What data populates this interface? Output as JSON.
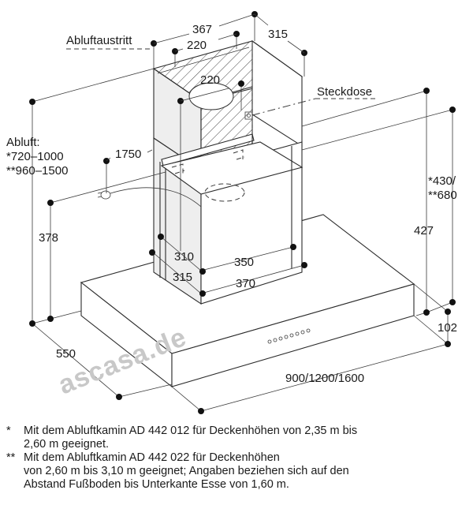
{
  "drawing": {
    "title": "Wandesse Einbauzeichnung",
    "labels": {
      "exhaust_outlet": "Abluftaustritt",
      "socket": "Steckdose",
      "exhaust_title": "Abluft:",
      "exhaust_range_1": "*720–1000",
      "exhaust_range_2": "**960–1500"
    },
    "dimensions": {
      "chimney_width_outer": "367",
      "chimney_depth_outer": "315",
      "outlet_width": "220",
      "outlet_diameter": "220",
      "cable_length": "1750",
      "socket_height": "378",
      "inner_chimney_depth": "310",
      "outer_chimney_depth_lower": "315",
      "inner_chimney_width": "350",
      "outer_chimney_width_lower": "370",
      "hood_height_total": "427",
      "hood_offset": "*430/",
      "hood_offset_2": "**680",
      "hood_depth": "550",
      "hood_width": "900/1200/1600",
      "hood_canopy_height": "102"
    },
    "watermark": "ascasa.de"
  },
  "notes": [
    {
      "mark": "*",
      "text": "Mit dem Abluftkamin AD 442 012 für Deckenhöhen von 2,35 m bis\n2,60 m geeignet."
    },
    {
      "mark": "**",
      "text": "Mit dem Abluftkamin AD 442 022 für Deckenhöhen\nvon 2,60 m bis 3,10 m geeignet; Angaben beziehen sich auf den\nAbstand Fußboden bis Unterkante Esse von 1,60 m."
    }
  ]
}
